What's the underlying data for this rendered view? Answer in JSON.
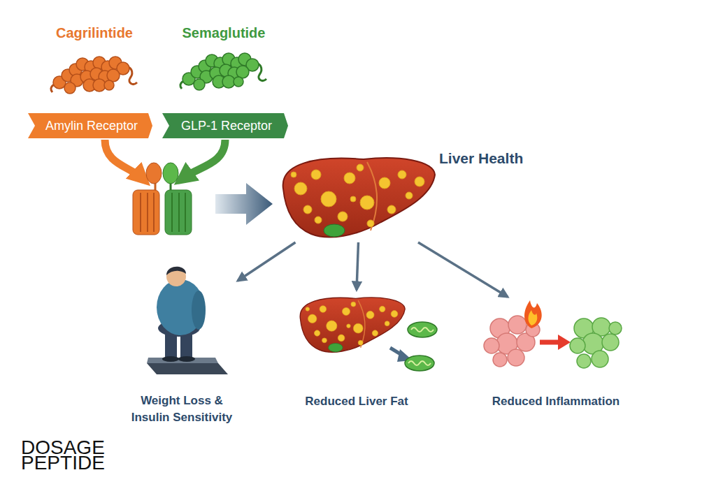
{
  "diagram": {
    "nodes": [
      {
        "text": [
          "Cagrilintide"
        ]
      },
      {
        "text": [
          "Semaglutide"
        ]
      },
      {
        "text": [
          "Amylin Receptor"
        ]
      },
      {
        "text": [
          "GLP-1 Receptor"
        ]
      },
      {
        "text": [
          "Liver Health"
        ]
      },
      {
        "text": [
          "Weight Loss & Insulin Sensitivity"
        ]
      },
      {
        "text": [
          "Reduced Liver Fat"
        ]
      },
      {
        "text": [
          "Reduced Inflammation"
        ]
      }
    ],
    "edges": [
      {
        "from": 4,
        "to": 5,
        "arrow": "to"
      },
      {
        "from": 4,
        "to": 6,
        "arrow": "to"
      },
      {
        "from": 4,
        "to": 7,
        "arrow": "to"
      }
    ],
    "labels": [
      "DOSAGE PEPTIDE"
    ]
  }
}
